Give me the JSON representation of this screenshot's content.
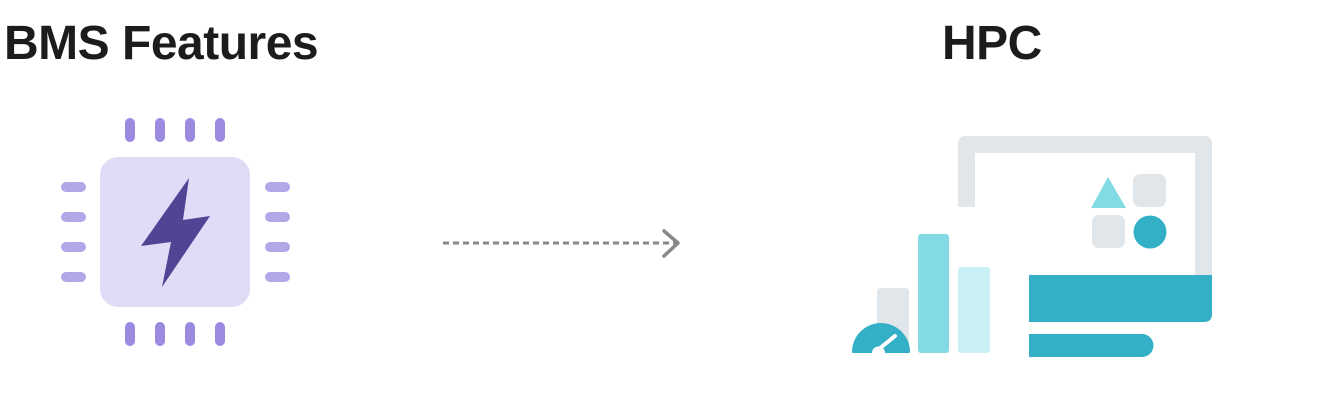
{
  "left_node": {
    "label": "BMS Features",
    "icon": "chip-lightning-icon"
  },
  "right_node": {
    "label": "HPC",
    "icon": "monitor-dashboard-icon"
  },
  "connector": {
    "style": "dotted-arrow"
  },
  "colors": {
    "chip_body": "#e0dbf7",
    "chip_pins": "#9b8ae0",
    "bolt": "#524495",
    "arrow": "#888888",
    "teal": "#34b0c6",
    "teal_light": "#82dbe3",
    "teal_pale": "#caf0f5",
    "gray": "#e1e6ea"
  }
}
